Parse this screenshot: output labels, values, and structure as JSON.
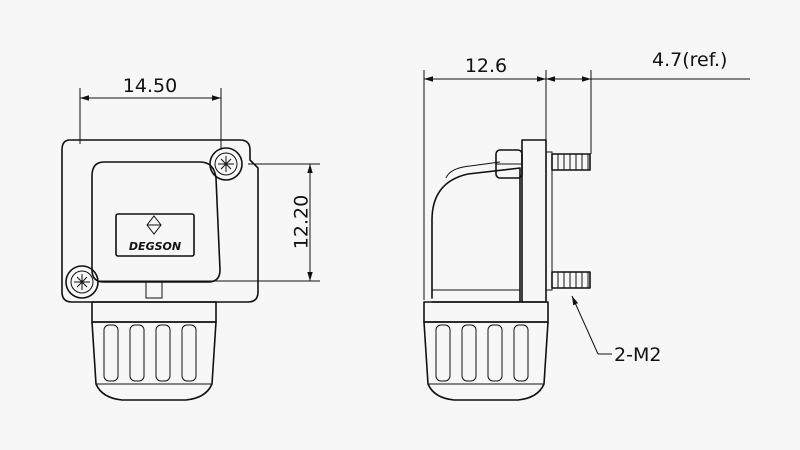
{
  "dimensions": {
    "front_width": "14.50",
    "front_hole_spacing": "12.20",
    "side_depth": "12.6",
    "side_screw_length": "4.7(ref.)"
  },
  "labels": {
    "screw_callout": "2-M2",
    "brand_logo": "DEGSON"
  }
}
